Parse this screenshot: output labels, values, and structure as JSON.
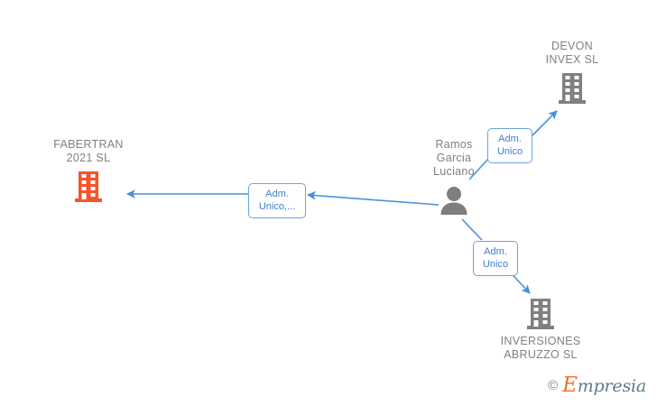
{
  "graph": {
    "type": "relationship-diagram",
    "background": "#ffffff",
    "colors": {
      "edge": "#4a90d9",
      "edge_label_border": "#6aa4e0",
      "edge_label_text": "#3f7fd0",
      "node_label_text": "#808080",
      "company_highlight": "#f4552a",
      "company_default": "#808080",
      "person": "#7f7f7f",
      "brand_orange": "#ef6f2e",
      "brand_teal": "#5c7b89"
    },
    "nodes": [
      {
        "id": "fabertran",
        "label": "FABERTRAN\n2021  SL",
        "kind": "company",
        "icon": "building-icon",
        "highlight": true
      },
      {
        "id": "person",
        "label": "Ramos\nGarcia\nLuciano",
        "kind": "person",
        "icon": "person-icon",
        "highlight": false
      },
      {
        "id": "devon",
        "label": "DEVON\nINVEX  SL",
        "kind": "company",
        "icon": "building-icon",
        "highlight": false
      },
      {
        "id": "abruzzo",
        "label": "INVERSIONES\nABRUZZO  SL",
        "kind": "company",
        "icon": "building-icon",
        "highlight": false
      }
    ],
    "edges": [
      {
        "id": "edge-fabertran",
        "from": "person",
        "to": "fabertran",
        "label": "Adm.\nUnico,..."
      },
      {
        "id": "edge-devon",
        "from": "person",
        "to": "devon",
        "label": "Adm.\nUnico"
      },
      {
        "id": "edge-abruzzo",
        "from": "person",
        "to": "abruzzo",
        "label": "Adm.\nUnico"
      }
    ]
  },
  "watermark": {
    "copyright": "©",
    "brand_initial": "E",
    "brand_rest": "mpresia"
  }
}
